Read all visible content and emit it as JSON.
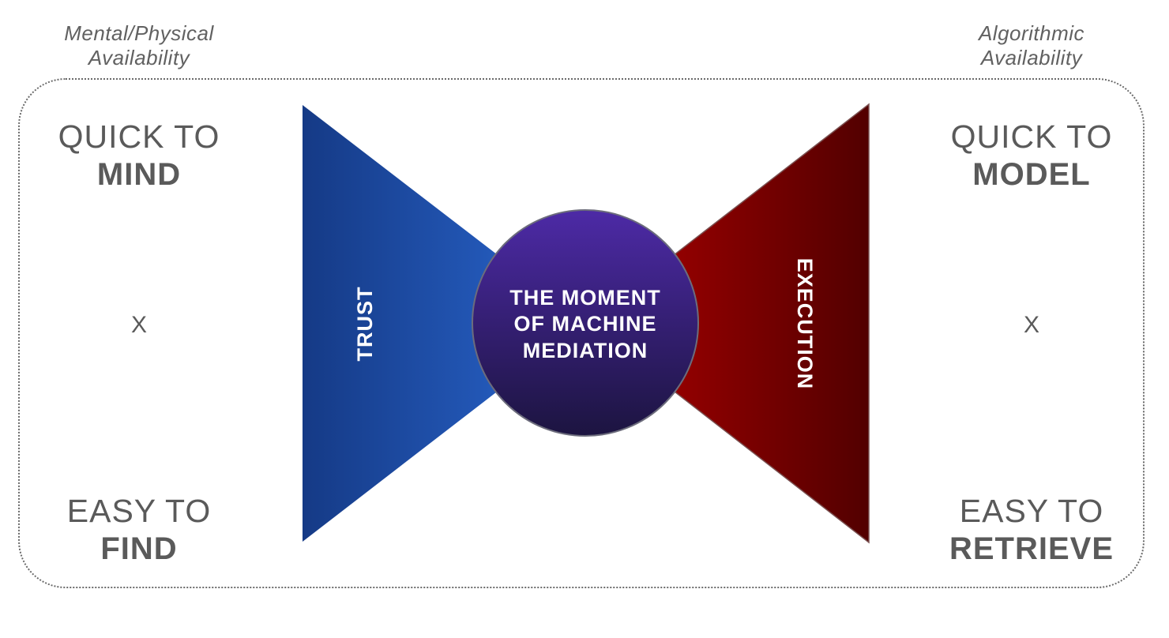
{
  "left": {
    "caption_line1": "Mental/Physical",
    "caption_line2": "Availability",
    "top_light": "QUICK TO",
    "top_bold": "MIND",
    "separator": "X",
    "bottom_light": "EASY TO",
    "bottom_bold": "FIND"
  },
  "right": {
    "caption_line1": "Algorithmic",
    "caption_line2": "Availability",
    "top_light": "QUICK TO",
    "top_bold": "MODEL",
    "separator": "X",
    "bottom_light": "EASY TO",
    "bottom_bold": "RETRIEVE"
  },
  "center": {
    "line1": "THE MOMENT",
    "line2": "OF MACHINE",
    "line3": "MEDIATION"
  },
  "left_triangle_label": "TRUST",
  "right_triangle_label": "EXECUTION",
  "colors": {
    "trust_dark": "#153a86",
    "trust_light": "#2a67d0",
    "execution_bright": "#b00000",
    "execution_dark": "#520000",
    "circle_top": "#4d2aa6",
    "circle_bottom": "#1c1440",
    "text_gray": "#5a5a5a"
  }
}
